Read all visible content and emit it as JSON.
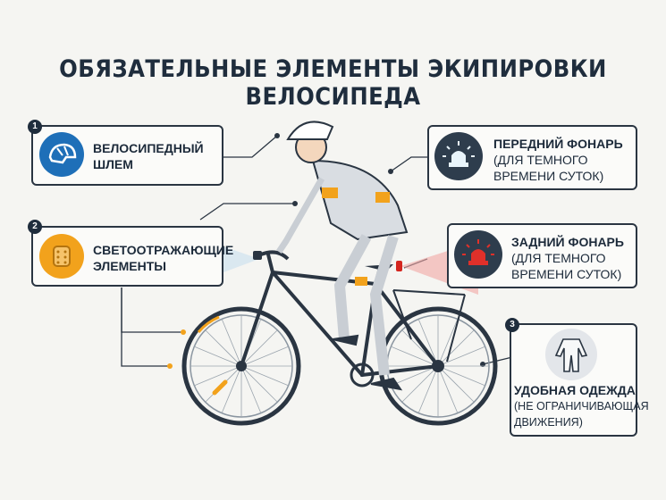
{
  "title": "ОБЯЗАТЕЛЬНЫЕ ЭЛЕМЕНТЫ ЭКИПИРОВКИ ВЕЛОСИПЕДА",
  "items": {
    "helmet": {
      "number": "1",
      "line1": "ВЕЛОСИПЕДНЫЙ",
      "line2": "ШЛЕМ",
      "icon": "helmet-icon",
      "color": "#1e6fb8"
    },
    "reflectors": {
      "number": "2",
      "line1": "СВЕТООТРАЖАЮЩИЕ",
      "line2": "ЭЛЕМЕНТЫ",
      "icon": "reflector-icon",
      "color": "#f2a21c"
    },
    "front_light": {
      "line1": "ПЕРЕДНИЙ ФОНАРЬ",
      "line2": "(ДЛЯ ТЕМНОГО",
      "line3": "ВРЕМЕНИ СУТОК)",
      "icon": "front-light-icon",
      "color": "#2e3d4d"
    },
    "rear_light": {
      "line1": "ЗАДНИЙ ФОНАРЬ",
      "line2": "(ДЛЯ ТЕМНОГО",
      "line3": "ВРЕМЕНИ СУТОК)",
      "icon": "rear-light-icon",
      "color": "#d4261f"
    },
    "clothing": {
      "number": "3",
      "line1": "УДОБНАЯ ОДЕЖДА",
      "line2": "(НЕ ОГРАНИЧИВАЮЩАЯ",
      "line3": "ДВИЖЕНИЯ)",
      "icon": "clothing-icon",
      "color": "#e3e6ea"
    }
  }
}
